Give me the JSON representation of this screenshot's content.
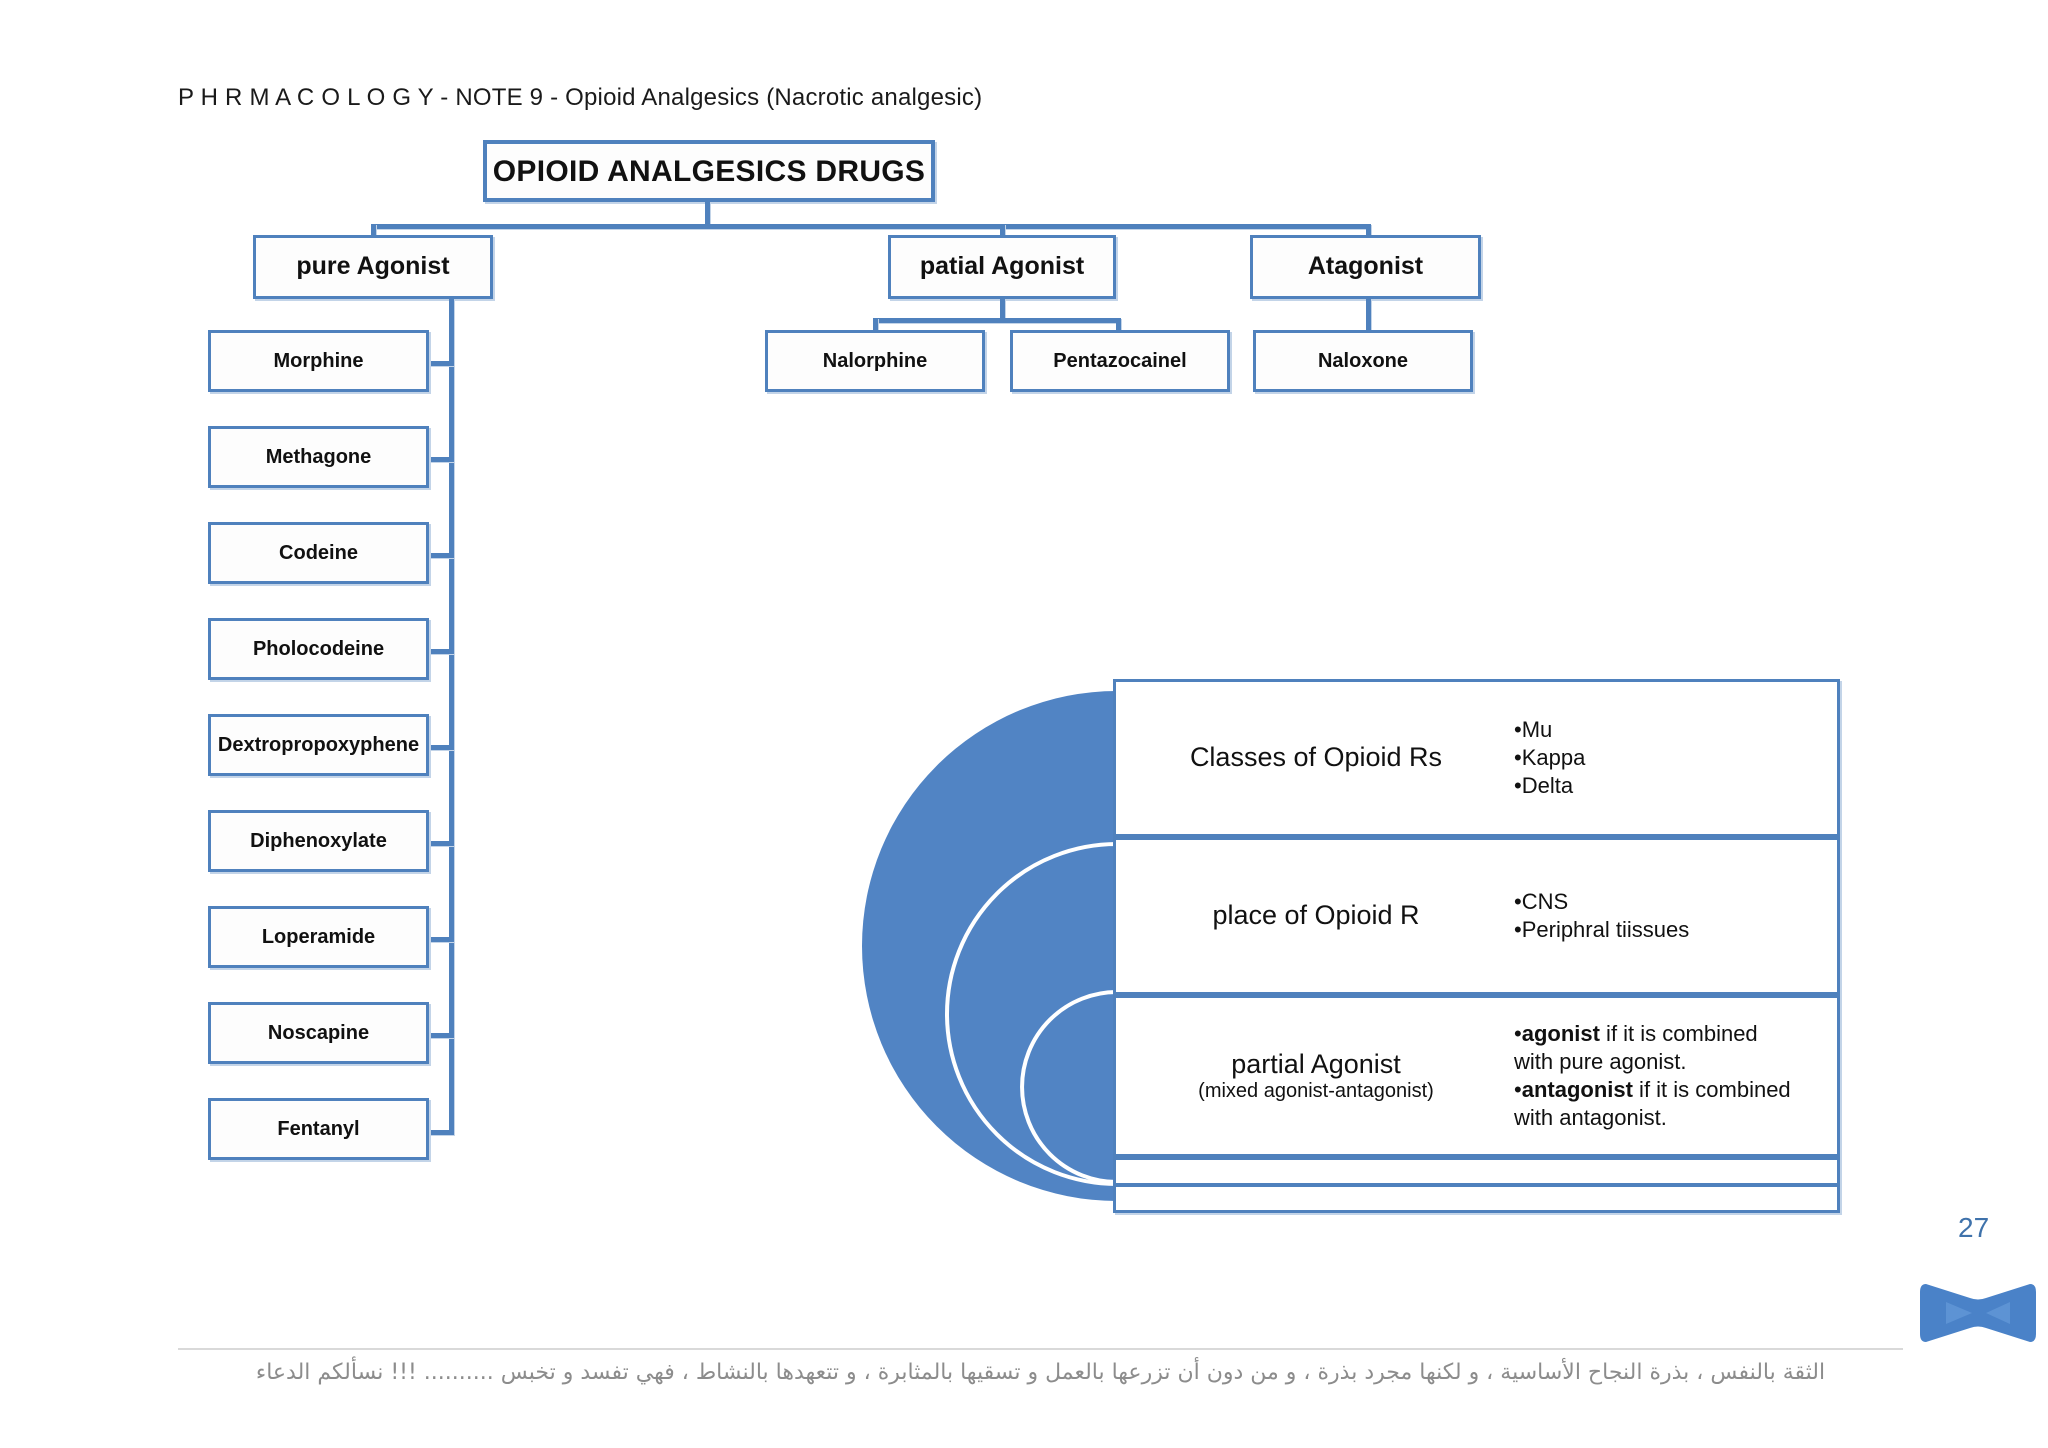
{
  "header": {
    "title": "P H R M A C O L O G Y - NOTE 9 - Opioid Analgesics (Nacrotic analgesic)"
  },
  "colors": {
    "accent_blue": "#4f81bd",
    "fill_blue": "#5184c4",
    "page_number_blue": "#3f72ab",
    "footer_gray": "#8c8c8c"
  },
  "chart": {
    "root": "OPIOID ANALGESICS DRUGS",
    "categories": [
      {
        "label": "pure Agonist"
      },
      {
        "label": "patial  Agonist"
      },
      {
        "label": "Atagonist"
      }
    ],
    "pure_agonist_drugs": [
      "Morphine",
      "Methagone",
      "Codeine",
      "Pholocodeine",
      "Dextropropoxyphene",
      "Diphenoxylate",
      "Loperamide",
      "Noscapine",
      "Fentanyl"
    ],
    "partial_agonist_drugs": [
      "Nalorphine",
      "Pentazocainel"
    ],
    "antagonist_drugs": [
      "Naloxone"
    ]
  },
  "info_panel": {
    "rows": [
      {
        "label": "Classes of Opioid Rs",
        "sublabel": "",
        "bullets": [
          {
            "bold": "",
            "text": "Mu"
          },
          {
            "bold": "",
            "text": "Kappa"
          },
          {
            "bold": "",
            "text": "Delta"
          }
        ]
      },
      {
        "label": "place of Opioid R",
        "sublabel": "",
        "bullets": [
          {
            "bold": "",
            "text": "CNS"
          },
          {
            "bold": "",
            "text": "Periphral tiissues"
          }
        ]
      },
      {
        "label": "partial Agonist",
        "sublabel": "(mixed agonist-antagonist)",
        "bullets": [
          {
            "bold": "agonist",
            "text": " if it is combined\n  with pure agonist."
          },
          {
            "bold": "antagonist",
            "text": " if it is combined\n  with antagonist."
          }
        ]
      },
      {
        "label": "",
        "sublabel": "",
        "bullets": []
      },
      {
        "label": "",
        "sublabel": "",
        "bullets": []
      }
    ]
  },
  "footer": {
    "page_number": "27",
    "arabic_quote": "الثقة بالنفس ، بذرة النجاح الأساسية ، و لكنها مجرد بذرة ، و من دون أن تزرعها بالعمل و تسقيها بالمثابرة ، و تتعهدها بالنشاط ، فهي تفسد و تخبس .......... !!!  نسألكم الدعاء"
  },
  "icons": {
    "nav": "bowtie-nav-icon",
    "semicircles": "nested-semicircles-icon"
  }
}
